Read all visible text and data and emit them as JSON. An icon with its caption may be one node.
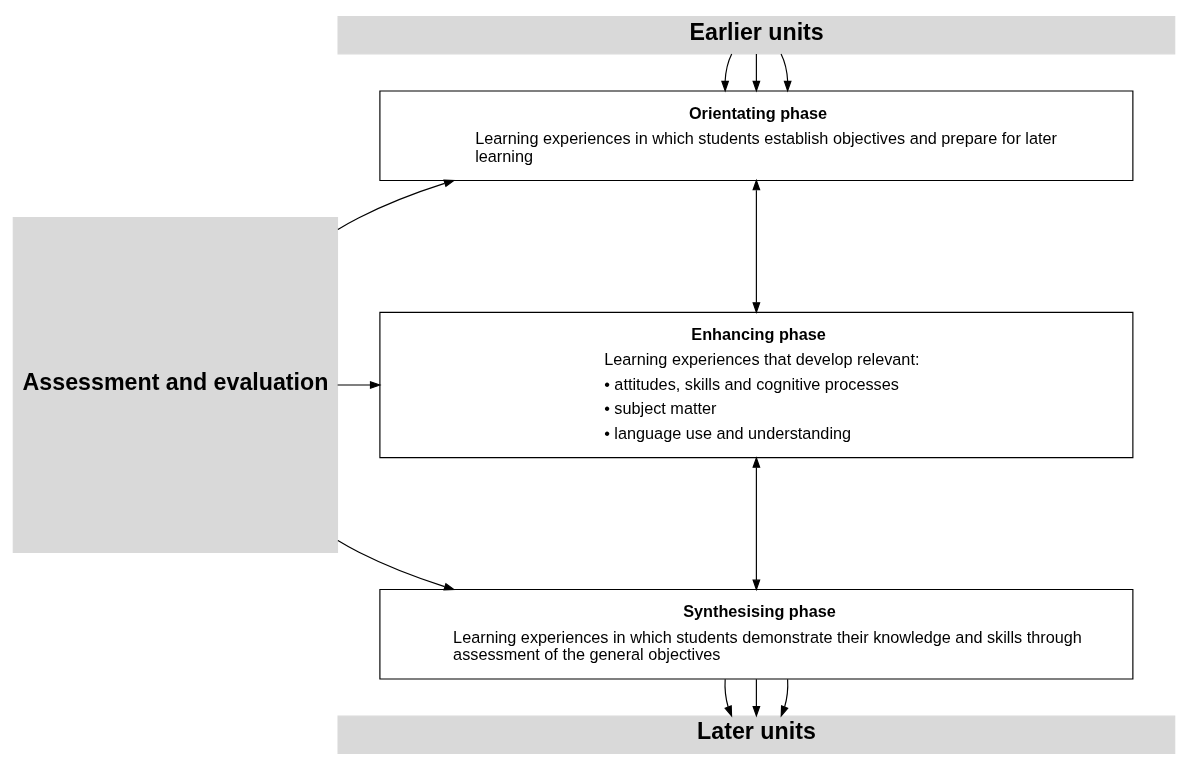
{
  "diagram": {
    "nodes": [
      {
        "text": [
          "Earlier units"
        ]
      },
      {
        "text": [
          "Orientating phase",
          "Learning experiences in which students establish objectives and prepare for later learning"
        ]
      },
      {
        "text": [
          "Enhancing phase",
          "Learning experiences that develop relevant:",
          "• attitudes, skills and cognitive processes",
          "• subject matter",
          "• language use and understanding"
        ]
      },
      {
        "text": [
          "Synthesising phase",
          "Learning experiences in which students demonstrate their knowledge and skills through assessment of the general objectives"
        ]
      },
      {
        "text": [
          "Later units"
        ]
      },
      {
        "text": [
          "Assessment and evaluation"
        ]
      }
    ],
    "edges": [
      {
        "from": 0,
        "to": 1,
        "arrow": "to"
      },
      {
        "from": 0,
        "to": 1,
        "arrow": "to"
      },
      {
        "from": 0,
        "to": 1,
        "arrow": "to"
      },
      {
        "from": 1,
        "to": 2,
        "arrow": "both"
      },
      {
        "from": 2,
        "to": 3,
        "arrow": "both"
      },
      {
        "from": 3,
        "to": 4,
        "arrow": "to"
      },
      {
        "from": 3,
        "to": 4,
        "arrow": "to"
      },
      {
        "from": 3,
        "to": 4,
        "arrow": "to"
      },
      {
        "from": 5,
        "to": 1,
        "arrow": "to"
      },
      {
        "from": 5,
        "to": 2,
        "arrow": "to"
      },
      {
        "from": 5,
        "to": 3,
        "arrow": "to"
      }
    ]
  }
}
